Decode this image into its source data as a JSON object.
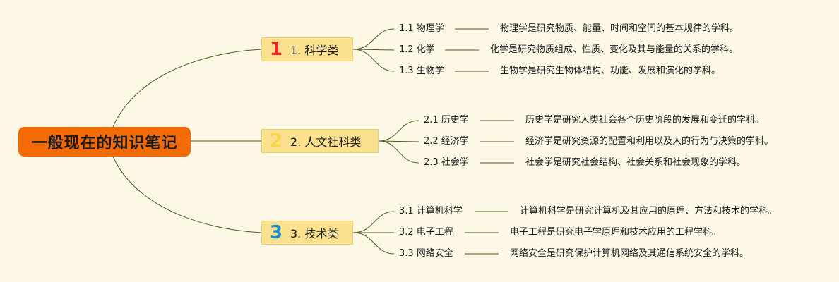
{
  "root": {
    "label": "一般现在的知识笔记"
  },
  "branches": [
    {
      "number": "1",
      "label": "1. 科学类",
      "items": [
        {
          "label": "1.1 物理学",
          "description": "物理学是研究物质、能量、时间和空间的基本规律的学科。"
        },
        {
          "label": "1.2 化学",
          "description": "化学是研究物质组成、性质、变化及其与能量的关系的学科。"
        },
        {
          "label": "1.3 生物学",
          "description": "生物学是研究生物体结构、功能、发展和演化的学科。"
        }
      ]
    },
    {
      "number": "2",
      "label": "2. 人文社科类",
      "items": [
        {
          "label": "2.1 历史学",
          "description": "历史学是研究人类社会各个历史阶段的发展和变迁的学科。"
        },
        {
          "label": "2.2 经济学",
          "description": "经济学是研究资源的配置和利用以及人的行为与决策的学科。"
        },
        {
          "label": "2.3 社会学",
          "description": "社会学是研究社会结构、社会关系和社会现象的学科。"
        }
      ]
    },
    {
      "number": "3",
      "label": "3. 技术类",
      "items": [
        {
          "label": "3.1 计算机科学",
          "description": "计算机科学是研究计算机及其应用的原理、方法和技术的学科。"
        },
        {
          "label": "3.2 电子工程",
          "description": "电子工程是研究电子学原理和技术应用的工程学科。"
        },
        {
          "label": "3.3 网络安全",
          "description": "网络安全是研究保护计算机网络及其通信系统安全的学科。"
        }
      ]
    }
  ],
  "colors": {
    "background": "#fdf8e6",
    "root_fill": "#f46b05",
    "branch_fill": "#fbe08e",
    "connector": "#4a5e1c",
    "number_1": "#e8292c",
    "number_2": "#f8d648",
    "number_3": "#1f8ecf"
  }
}
